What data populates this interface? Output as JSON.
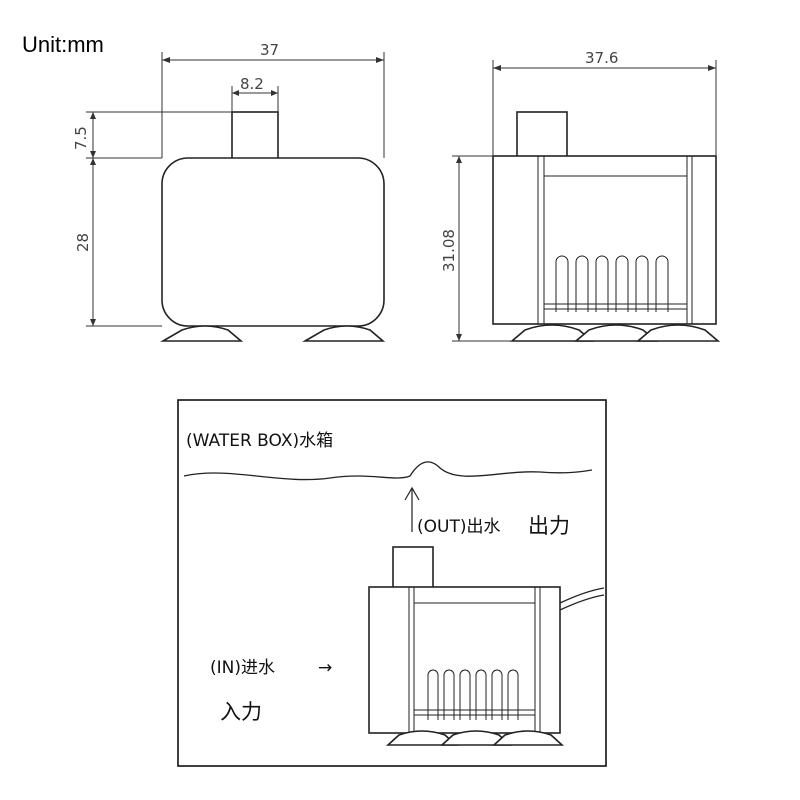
{
  "unit_label": "Unit:mm",
  "dimensions": {
    "front_width": "37",
    "outlet_width": "8.2",
    "outlet_height": "7.5",
    "body_height": "28",
    "side_width": "37.6",
    "side_height": "31.08"
  },
  "install_diagram": {
    "water_box_label": "(WATER BOX)水箱",
    "out_label": "(OUT)出水",
    "out_label_cn": "出力",
    "in_label": "(IN)进水",
    "in_arrow": "→",
    "in_label_cn": "入力"
  }
}
